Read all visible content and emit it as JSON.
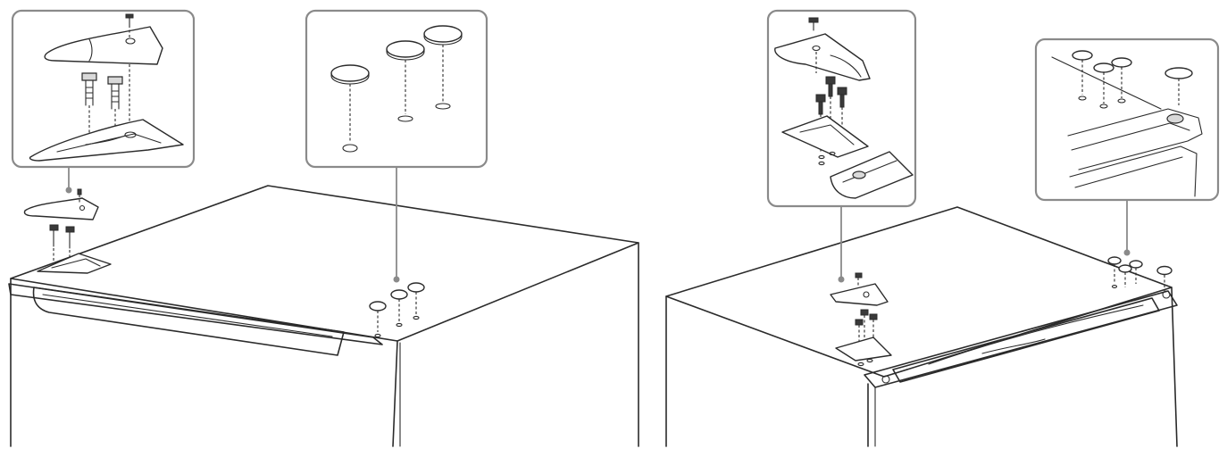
{
  "figure": {
    "panels": [
      {
        "id": "left-assembly",
        "callouts": [
          "hinge-detail",
          "plug-detail"
        ]
      },
      {
        "id": "right-assembly",
        "callouts": [
          "hinge-detail",
          "plug-detail"
        ]
      }
    ],
    "colors": {
      "outline": "#2b2b2b",
      "callout_frame": "#8a8a8a",
      "background": "#ffffff"
    }
  }
}
